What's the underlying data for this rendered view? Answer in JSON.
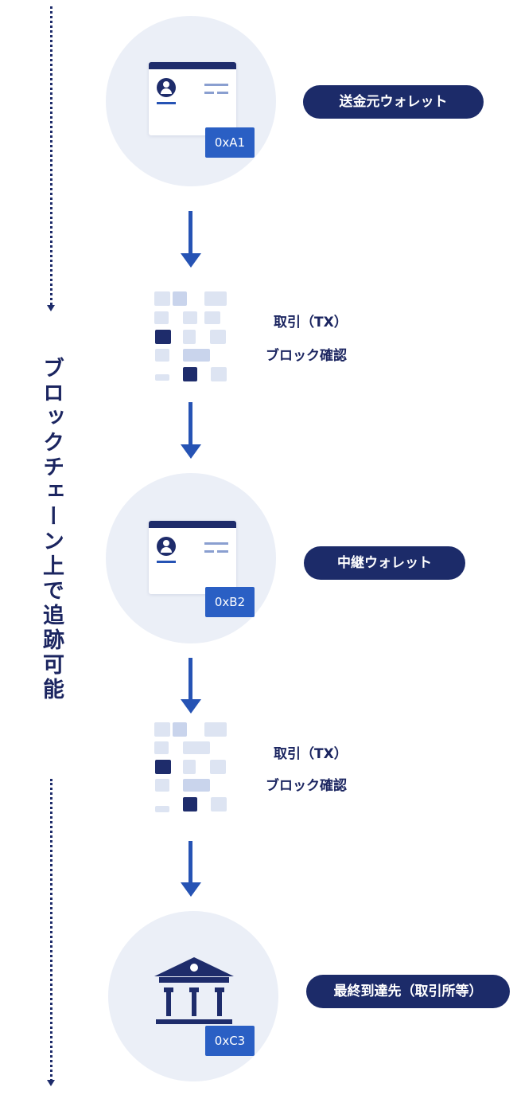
{
  "side_label": "ブロックチェーン上で追跡可能",
  "nodes": {
    "sender": {
      "address": "0xA1",
      "label": "送金元ウォレット"
    },
    "relay": {
      "address": "0xB2",
      "label": "中継ウォレット"
    },
    "destination": {
      "address": "0xC3",
      "label": "最終到達先（取引所等）"
    }
  },
  "transactions": [
    {
      "line1": "取引（TX）",
      "line2": "ブロック確認"
    },
    {
      "line1": "取引（TX）",
      "line2": "ブロック確認"
    }
  ],
  "colors": {
    "navy": "#1c2b69",
    "blue": "#2a5fc4",
    "circle": "#ebeff7"
  },
  "icons": [
    "wallet-card-icon",
    "blocks-icon",
    "bank-icon"
  ]
}
